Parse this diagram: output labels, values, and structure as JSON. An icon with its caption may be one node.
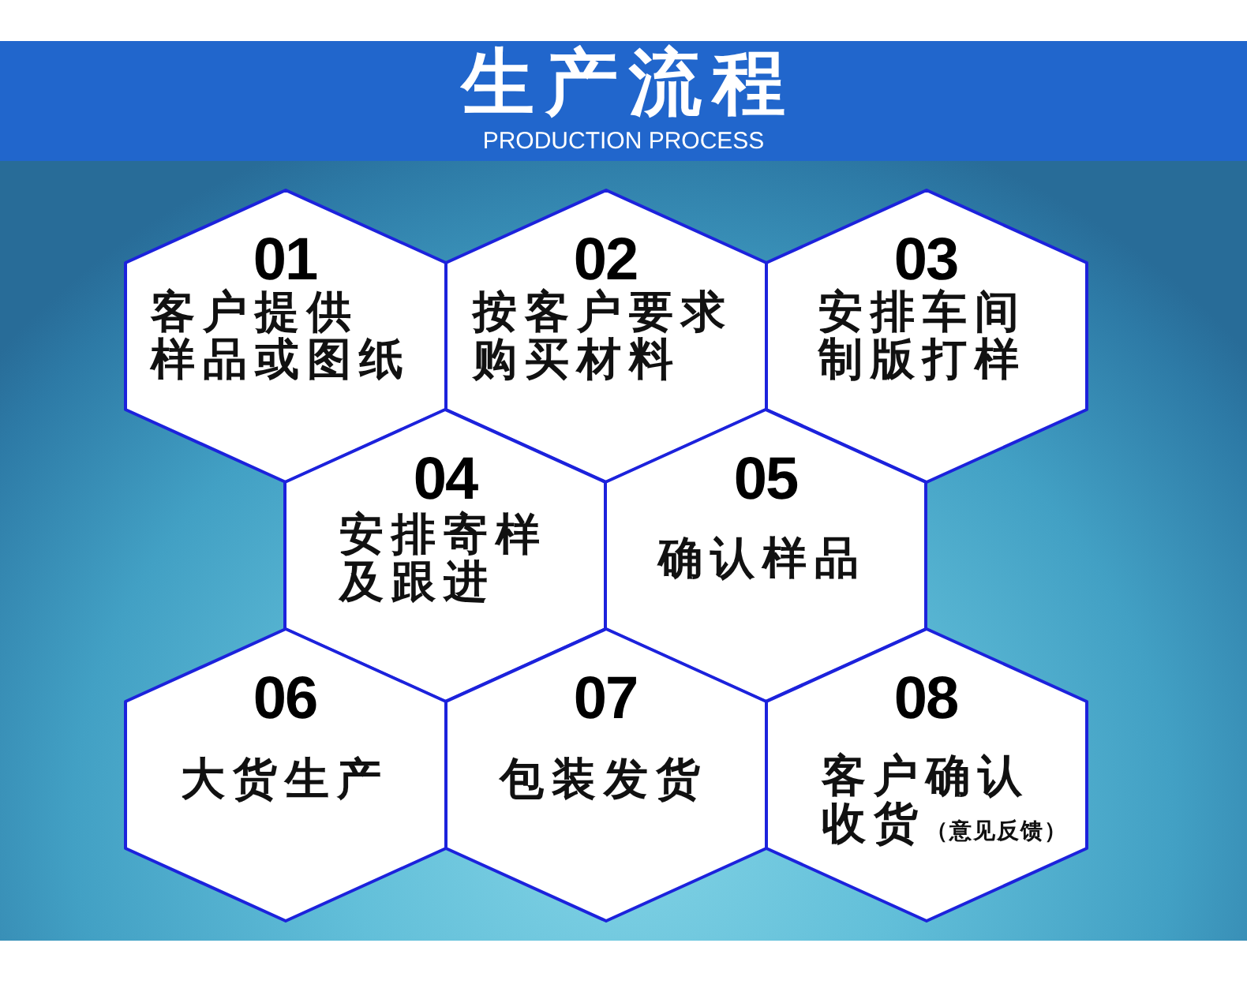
{
  "diagram": {
    "title": "生产流程",
    "nodes": [
      {
        "text": [
          "01",
          "客户提供样品或图纸"
        ]
      },
      {
        "text": [
          "02",
          "按客户要求购买材料"
        ]
      },
      {
        "text": [
          "03",
          "安排车间制版打样"
        ]
      },
      {
        "text": [
          "04",
          "安排寄样及跟进"
        ]
      },
      {
        "text": [
          "05",
          "确认样品"
        ]
      },
      {
        "text": [
          "06",
          "大货生产"
        ]
      },
      {
        "text": [
          "07",
          "包装发货"
        ]
      },
      {
        "text": [
          "08",
          "客户确认收货",
          "（意见反馈）"
        ]
      }
    ],
    "labels": [
      "PRODUCTION PROCESS"
    ]
  }
}
